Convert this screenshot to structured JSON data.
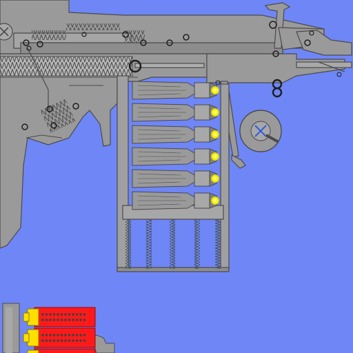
{
  "game": {
    "scene": "gun-mechanism-cutaway",
    "colors": {
      "background": "#6f86f6",
      "metal": "#9a9a9a",
      "metal_dark": "#7f7f7f",
      "outline": "#4a4a4a",
      "spring": "#5c6a78",
      "bullet_tip": "#f4f000",
      "bullet_tip_glow": "#ffff80",
      "magazine_red": "#ff1a1a",
      "magazine_yellow": "#ffe000"
    },
    "icons": {
      "screw": "x-screw-icon",
      "pin": "ring-pin-icon"
    },
    "magazine": {
      "rounds_visible": 6
    },
    "spare_magazines": {
      "count": 3
    }
  }
}
